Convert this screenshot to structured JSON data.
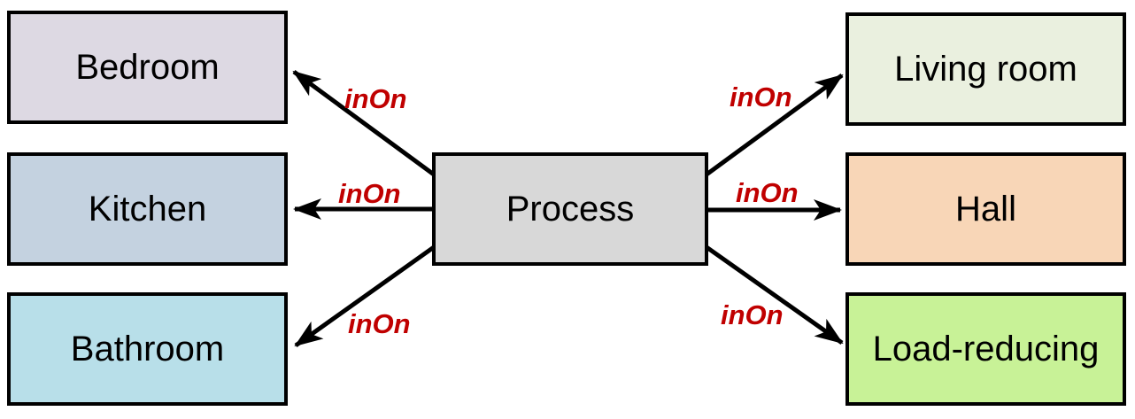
{
  "diagram": {
    "background": "#FFFFFF",
    "center_node": {
      "id": "process",
      "label": "Process",
      "fill": "#D8D8D8"
    },
    "nodes": [
      {
        "id": "bedroom",
        "label": "Bedroom",
        "fill": "#DDD9E3",
        "side": "left",
        "row": "top"
      },
      {
        "id": "kitchen",
        "label": "Kitchen",
        "fill": "#C4D2E0",
        "side": "left",
        "row": "middle"
      },
      {
        "id": "bathroom",
        "label": "Bathroom",
        "fill": "#B8DFE9",
        "side": "left",
        "row": "bottom"
      },
      {
        "id": "living-room",
        "label": "Living room",
        "fill": "#EAF0DF",
        "side": "right",
        "row": "top"
      },
      {
        "id": "hall",
        "label": "Hall",
        "fill": "#F8D6B7",
        "side": "right",
        "row": "middle"
      },
      {
        "id": "load-reducing",
        "label": "Load-reducing",
        "fill": "#C8F297",
        "side": "right",
        "row": "bottom"
      }
    ],
    "edges": [
      {
        "from": "process",
        "to": "bedroom",
        "label": "inOn"
      },
      {
        "from": "process",
        "to": "kitchen",
        "label": "inOn"
      },
      {
        "from": "process",
        "to": "bathroom",
        "label": "inOn"
      },
      {
        "from": "process",
        "to": "living-room",
        "label": "inOn"
      },
      {
        "from": "process",
        "to": "hall",
        "label": "inOn"
      },
      {
        "from": "process",
        "to": "load-reducing",
        "label": "inOn"
      }
    ],
    "colors": {
      "edge_label": "#C00000",
      "node_border": "#000000",
      "arrow": "#000000",
      "node_text": "#000000"
    }
  }
}
